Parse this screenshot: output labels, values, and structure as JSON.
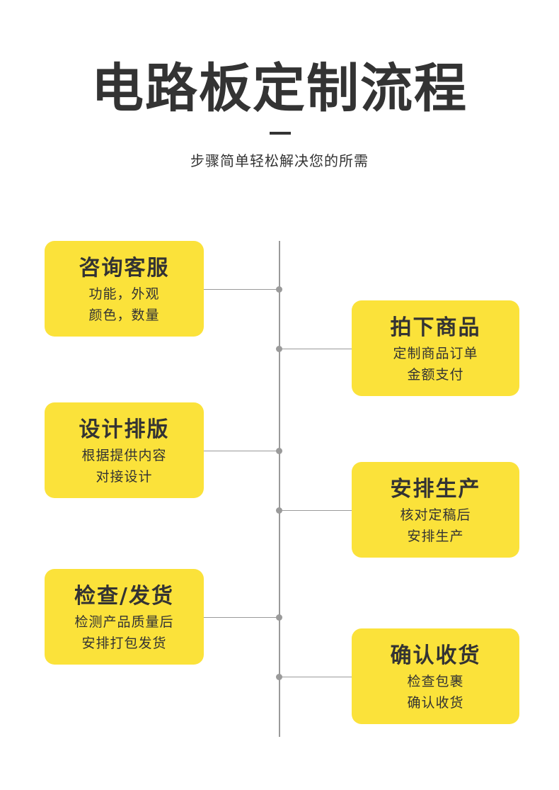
{
  "header": {
    "title": "电路板定制流程",
    "subtitle": "步骤简单轻松解决您的所需"
  },
  "colors": {
    "card": "#fbe23a",
    "text": "#333333",
    "line": "#9a9a9a"
  },
  "steps": [
    {
      "title": "咨询客服",
      "line1": "功能，外观",
      "line2": "颜色，数量"
    },
    {
      "title": "拍下商品",
      "line1": "定制商品订单",
      "line2": "金额支付"
    },
    {
      "title": "设计排版",
      "line1": "根据提供内容",
      "line2": "对接设计"
    },
    {
      "title": "安排生产",
      "line1": "核对定稿后",
      "line2": "安排生产"
    },
    {
      "title": "检查/发货",
      "line1": "检测产品质量后",
      "line2": "安排打包发货"
    },
    {
      "title": "确认收货",
      "line1": "检查包裹",
      "line2": "确认收货"
    }
  ]
}
